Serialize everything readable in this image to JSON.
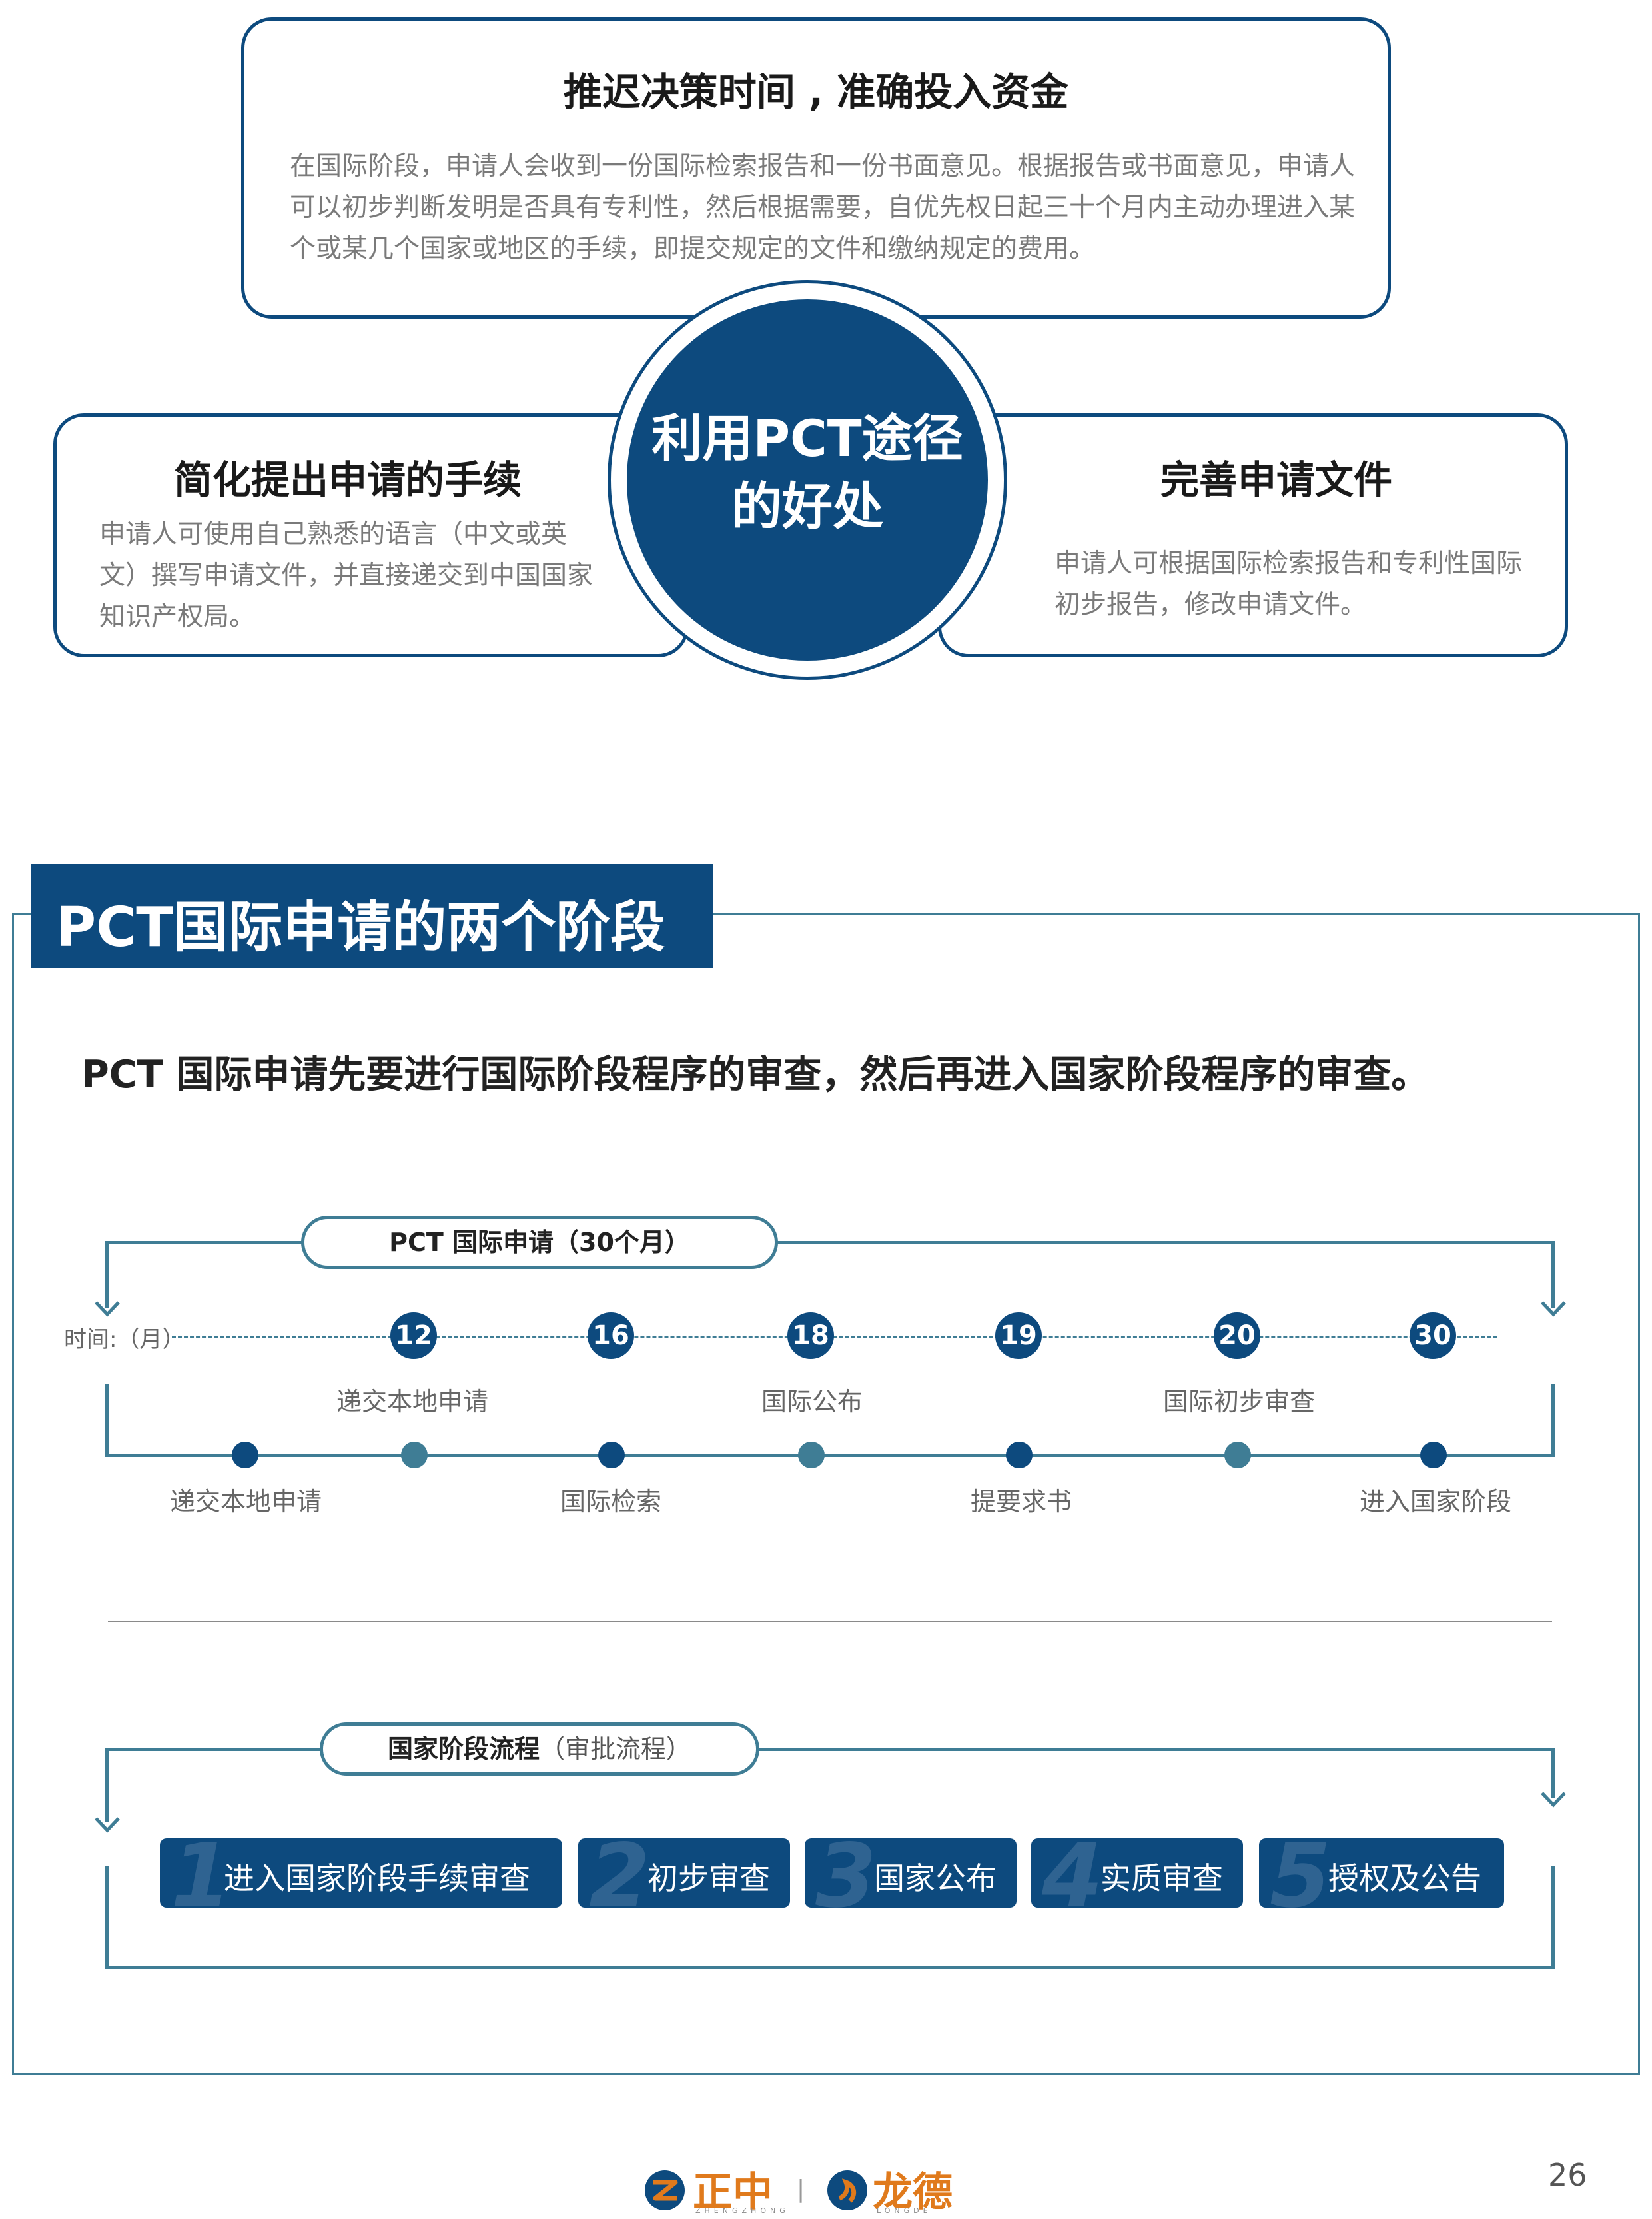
{
  "benefits": {
    "center": {
      "line1": "利用PCT途径",
      "line2": "的好处"
    },
    "top": {
      "title": "推迟决策时间 , 准确投入资金",
      "lines": [
        "在国际阶段，申请人会收到一份国际检索报告和一份书面意见。根据报告或书面意见，申请人",
        "可以初步判断发明是否具有专利性，然后根据需要，自优先权日起三十个月内主动办理进入某",
        "个或某几个国家或地区的手续，即提交规定的文件和缴纳规定的费用。"
      ]
    },
    "left": {
      "title": "简化提出申请的手续",
      "lines": [
        "申请人可使用自己熟悉的语言（中文或英",
        "文）撰写申请文件，并直接递交到中国国家",
        "知识产权局。"
      ]
    },
    "right": {
      "title": "完善申请文件",
      "lines": [
        "申请人可根据国际检索报告和专利性国际",
        "初步报告，修改申请文件。"
      ]
    }
  },
  "section": {
    "title": "PCT国际申请的两个阶段",
    "lead": "PCT 国际申请先要进行国际阶段程序的审查，然后再进入国家阶段程序的审查。"
  },
  "international": {
    "pill": "PCT 国际申请（30个月）",
    "axis_label": "时间:（月）",
    "months": [
      "12",
      "16",
      "18",
      "19",
      "20",
      "30"
    ],
    "upper_labels": [
      "递交本地申请",
      "国际公布",
      "国际初步审查"
    ],
    "lower_labels": [
      "递交本地申请",
      "国际检索",
      "提要求书",
      "进入国家阶段"
    ]
  },
  "national": {
    "pill_bold": "国家阶段流程",
    "pill_normal": "（审批流程）",
    "steps": [
      {
        "num": "1",
        "label": "进入国家阶段手续审查"
      },
      {
        "num": "2",
        "label": "初步审查"
      },
      {
        "num": "3",
        "label": "国家公布"
      },
      {
        "num": "4",
        "label": "实质审查"
      },
      {
        "num": "5",
        "label": "授权及公告"
      }
    ]
  },
  "footer": {
    "logo1": "正中",
    "logo1_sub": "ZHENGZHONG",
    "separator": "|",
    "logo2": "龙德",
    "logo2_sub": "LONGDE",
    "page": "26"
  },
  "colors": {
    "navy": "#0d4a7e",
    "teal": "#3f7d95",
    "orange": "#e07a1c"
  }
}
